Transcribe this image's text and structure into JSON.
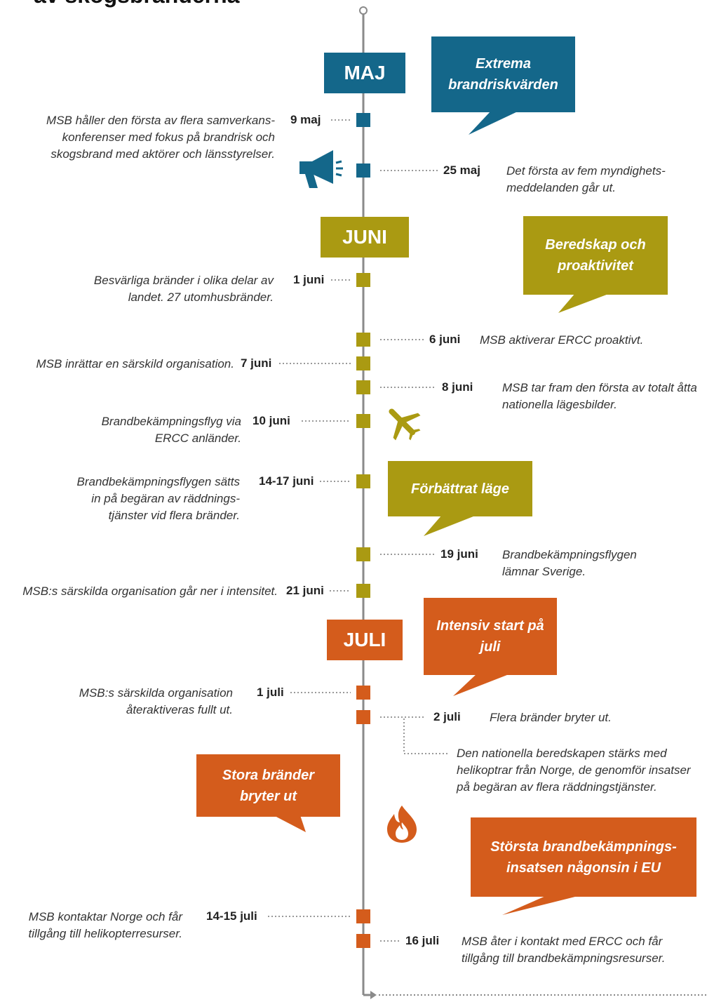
{
  "title": "av skogsbränderna",
  "colors": {
    "maj": "#14678a",
    "juni": "#aa9a12",
    "juli": "#d45c1c",
    "line": "#8a8a8a"
  },
  "months": {
    "maj": "MAJ",
    "juni": "JUNI",
    "juli": "JULI"
  },
  "bubbles": {
    "b1": "Extrema brandriskvärden",
    "b2": "Beredskap och proaktivitet",
    "b3": "Förbättrat läge",
    "b4": "Intensiv start på juli",
    "b5": "Stora bränder bryter ut",
    "b6": "Största brandbekämpnings-insatsen någonsin i EU"
  },
  "events": {
    "e1": {
      "date": "9 maj",
      "text": "MSB håller den första av flera samverkans-konferenser med fokus på brandrisk och skogsbrand med aktörer och länsstyrelser."
    },
    "e2": {
      "date": "25 maj",
      "text": "Det första av fem myndighets-meddelanden går ut."
    },
    "e3": {
      "date": "1 juni",
      "text": "Besvärliga bränder i olika delar av landet. 27 utomhusbränder."
    },
    "e4": {
      "date": "6 juni",
      "text": "MSB aktiverar ERCC proaktivt."
    },
    "e5": {
      "date": "7 juni",
      "text": "MSB inrättar en särskild organisation."
    },
    "e6": {
      "date": "8 juni",
      "text": "MSB tar fram den första av totalt åtta nationella lägesbilder."
    },
    "e7": {
      "date": "10 juni",
      "text": "Brandbekämpningsflyg via ERCC anländer."
    },
    "e8": {
      "date": "14-17 juni",
      "text": "Brandbekämpningsflygen sätts in på begäran av räddnings-tjänster vid flera bränder."
    },
    "e9": {
      "date": "19 juni",
      "text": "Brandbekämpningsflygen lämnar Sverige."
    },
    "e10": {
      "date": "21 juni",
      "text": "MSB:s särskilda organisation går ner i intensitet."
    },
    "e11": {
      "date": "1 juli",
      "text": "MSB:s särskilda organisation återaktiveras fullt ut."
    },
    "e12": {
      "date": "2 juli",
      "text": "Flera bränder bryter ut."
    },
    "e12b": {
      "text": "Den nationella beredskapen stärks med helikoptrar från Norge, de genomför insatser på begäran av flera räddningstjänster."
    },
    "e13": {
      "date": "14-15 juli",
      "text": "MSB kontaktar Norge och får tillgång till helikopterresurser."
    },
    "e14": {
      "date": "16 juli",
      "text": "MSB åter i kontakt med ERCC och får tillgång till brandbekämpningsresurser."
    }
  },
  "icons": [
    "megaphone-icon",
    "airplane-icon",
    "fire-icon"
  ]
}
